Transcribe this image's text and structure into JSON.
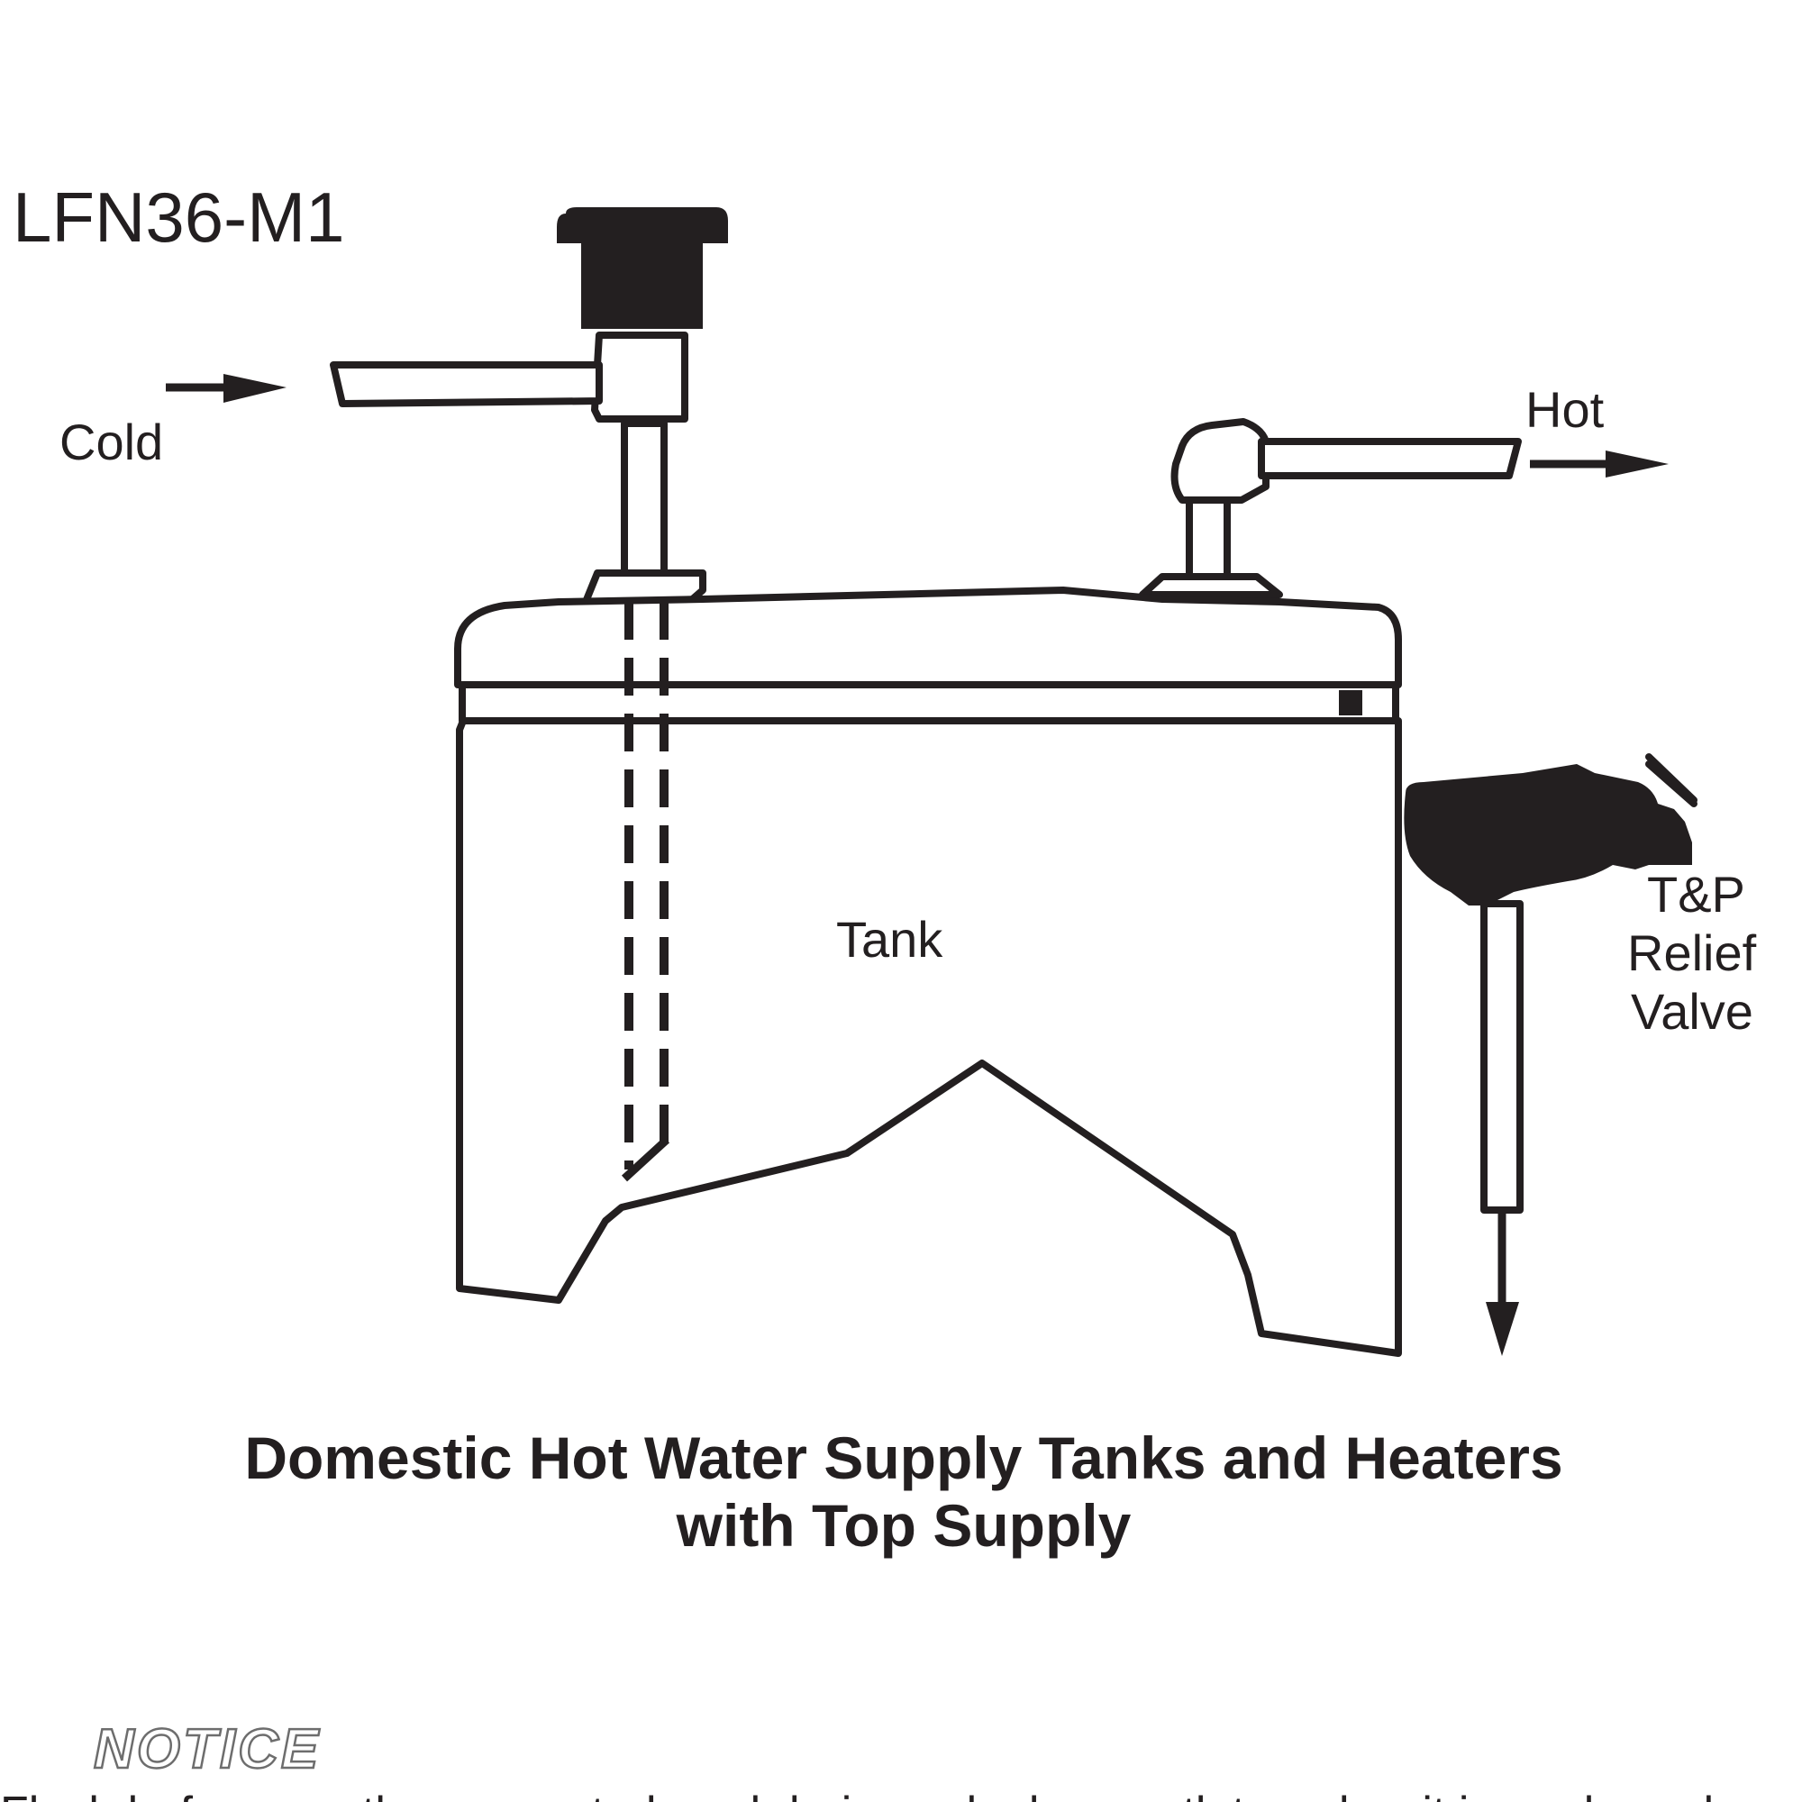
{
  "model_code": "LFN36-M1",
  "labels": {
    "cold": "Cold",
    "hot": "Hot",
    "tank": "Tank",
    "relief_valve": [
      "T&P",
      "Relief",
      "Valve"
    ]
  },
  "caption": {
    "line1": "Domestic Hot Water Supply Tanks and Heaters",
    "line2": "with Top Supply"
  },
  "footer": {
    "notice_logo": "NOTICE",
    "truncated_text": "Flush before use the connected, and drain each clean outlet, and wait in each, and operation of all"
  }
}
